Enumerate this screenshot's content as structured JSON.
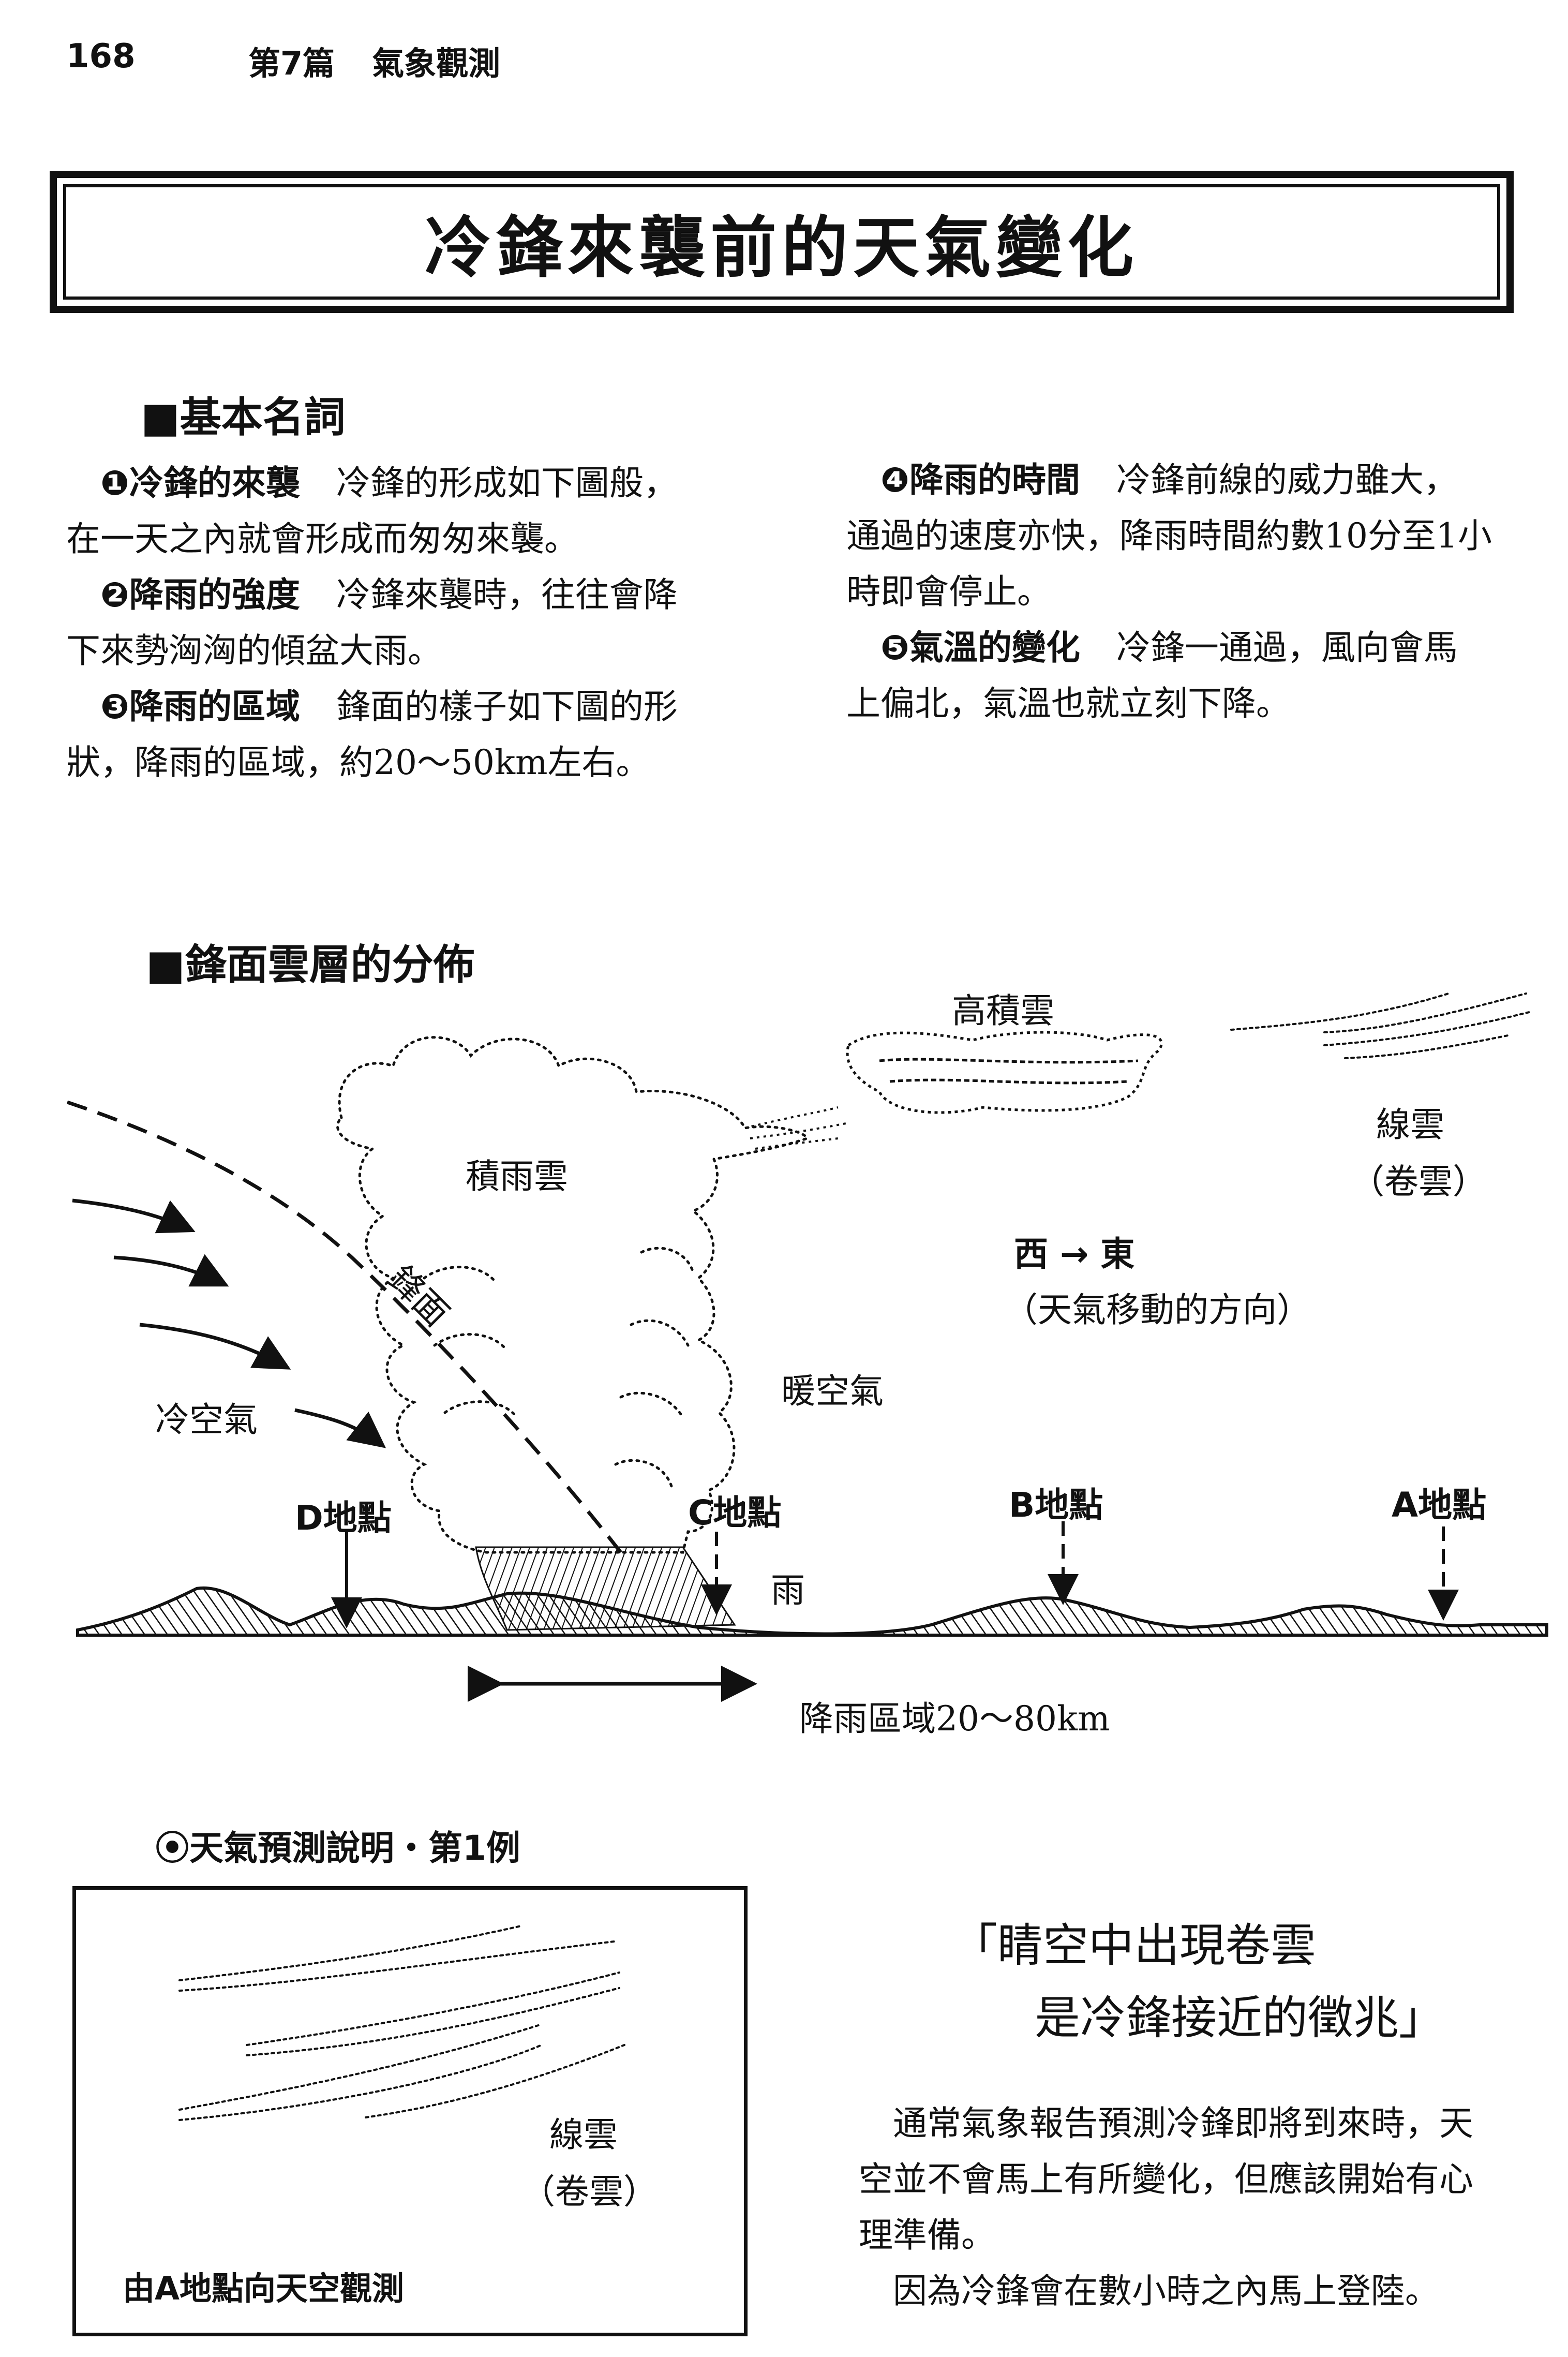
{
  "header": {
    "page_number": "168",
    "chapter": "第7篇",
    "section": "氣象觀測"
  },
  "title": "冷鋒來襲前的天氣變化",
  "basic_terms": {
    "heading": "■基本名詞",
    "items": [
      {
        "term": "❶冷鋒的來襲",
        "lines": [
          "冷鋒的形成如下圖般，",
          "在一天之內就會形成而匆匆來襲。"
        ]
      },
      {
        "term": "❷降雨的強度",
        "lines": [
          "冷鋒來襲時，往往會降",
          "下來勢洶洶的傾盆大雨。"
        ]
      },
      {
        "term": "❸降雨的區域",
        "lines": [
          "鋒面的樣子如下圖的形",
          "狀，降雨的區域，約20～50km左右。"
        ]
      },
      {
        "term": "❹降雨的時間",
        "lines": [
          "冷鋒前線的威力雖大，",
          "通過的速度亦快，降雨時間約數10分至1小",
          "時即會停止。"
        ]
      },
      {
        "term": "❺氣溫的變化",
        "lines": [
          "冷鋒一通過，風向會馬",
          "上偏北，氣溫也就立刻下降。"
        ]
      }
    ]
  },
  "distribution": {
    "heading": "■鋒面雲層的分佈",
    "labels": {
      "altocumulus": "高積雲",
      "cirrus": "線雲",
      "cirrus_paren": "（卷雲）",
      "cumulonimbus": "積雨雲",
      "front": "鋒面",
      "direction": "西 → 東",
      "direction_note": "（天氣移動的方向）",
      "warm_air": "暖空氣",
      "cold_air": "冷空氣",
      "point_d": "D地點",
      "point_c": "C地點",
      "point_b": "B地點",
      "point_a": "A地點",
      "rain": "雨",
      "rain_area": "降雨區域20～80km"
    }
  },
  "example": {
    "heading": "⦿天氣預測說明・第1例",
    "box_label": "線雲",
    "box_label_paren": "（卷雲）",
    "box_caption": "由A地點向天空觀測",
    "quote_line1": "「睛空中出現卷雲",
    "quote_line2": "是冷鋒接近的徵兆」",
    "body": [
      "通常氣象報告預測冷鋒即將到來時，天",
      "空並不會馬上有所變化，但應該開始有心",
      "理準備。",
      "因為冷鋒會在數小時之內馬上登陸。"
    ]
  }
}
